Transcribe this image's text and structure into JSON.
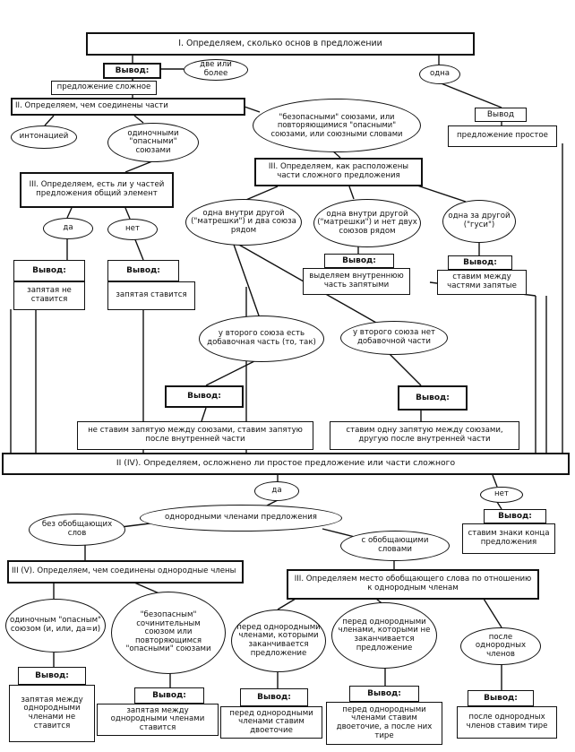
{
  "nodes": {
    "n1": "I. Определяем, сколько основ в предложении",
    "vyvod1": "Вывод:",
    "dve": "две или более",
    "odna": "одна",
    "slozhnoe": "предложение сложное",
    "vyvod_prostoe": "Вывод",
    "prostoe": "предложение простое",
    "n2": "II. Определяем, чем соединены части",
    "bezopasnye": "\"безопасными\" союзами, или повторяющимися \"опасными\" союзами, или союзными словами",
    "intonaciey": "интонацией",
    "odinochnymi": "одиночными \"опасными\" союзами",
    "n3a": "III. Определяем, есть ли у частей предложения общий элемент",
    "n3b": "III. Определяем, как расположены части сложного предложения",
    "da1": "да",
    "net1": "нет",
    "matr_dva": "одна внутри другой (\"матрешки\") и два союза рядом",
    "matr_net": "одна внутри другой (\"матрешки\") и нет двух союзов рядом",
    "gusi": "одна за другой (\"гуси\")",
    "vyvod_ne": "Вывод:",
    "zap_ne": "запятая не ставится",
    "vyvod_st": "Вывод:",
    "zap_st": "запятая ставится",
    "vyvod_vn": "Вывод:",
    "vnutr": "выделяем внутреннюю часть запятыми",
    "vyvod_gusi": "Вывод:",
    "mezhdu": "ставим между частями запятые",
    "est_dob": "у второго союза есть добавочная часть (то, так)",
    "net_dob": "у второго союза нет добавочной части",
    "vyvod_e1": "Вывод:",
    "ne_stavim": "не ставим запятую между союзами, ставим запятую после внутренней части",
    "vyvod_e2": "Вывод:",
    "stavim_odnu": "ставим одну запятую между союзами, другую после внутренней части",
    "n4": "II (IV). Определяем, осложнено ли простое предложение или части сложного",
    "da2": "да",
    "net2": "нет",
    "vyvod_konca": "Вывод:",
    "konca": "ставим знаки конца предложения",
    "odnorodnymi": "однородными членами предложения",
    "bez_obob": "без обобщающих слов",
    "s_obob": "с обобщающими словами",
    "n5": "III (V). Определяем, чем соединены однородные члены",
    "n6": "III. Определяем место обобщающего слова по отношению к однородным членам",
    "od_opasnym": "одиночным \"опасным\" союзом (и, или, да=и)",
    "bezop_soch": "\"безопасным\" сочинительным союзом или повторяющимся \"опасными\" союзами",
    "pered_zak": "перед однородными членами, которыми заканчивается предложение",
    "pered_ne": "перед однородными членами, которыми не заканчивается предложение",
    "posle": "после однородных членов",
    "vyvod_o1": "Вывод:",
    "o1": "запятая между однородными членами не ставится",
    "vyvod_o2": "Вывод:",
    "o2": "запятая между однородными членами ставится",
    "vyvod_o3": "Вывод:",
    "o3": "перед однородными членами ставим двоеточие",
    "vyvod_o4": "Вывод:",
    "o4": "перед однородными членами ставим двоеточие, а после них тире",
    "vyvod_o5": "Вывод:",
    "o5": "после однородных членов ставим тире"
  }
}
